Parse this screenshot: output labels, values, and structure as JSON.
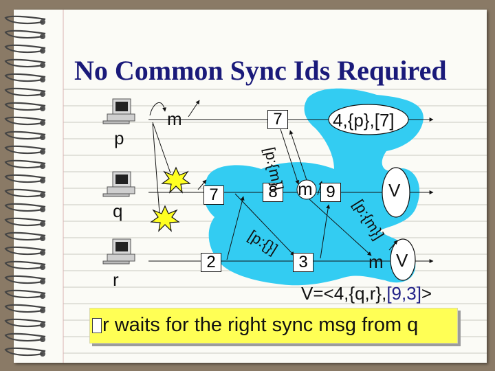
{
  "title": "No Common Sync Ids Required",
  "processes": [
    "p",
    "q",
    "r"
  ],
  "messages": {
    "m": "m",
    "m_q": "m",
    "m_r": "m"
  },
  "boxes": {
    "p_7": "7",
    "q_7": "7",
    "q_8": "8",
    "q_9": "9",
    "r_2": "2",
    "r_3": "3"
  },
  "views": {
    "p_view": "4,{p},[7]",
    "q_V": "V",
    "r_V": "V"
  },
  "sync_labels": {
    "pm": "[p:{m}]",
    "pm2": "[p:{m}]",
    "p_empty": "[p:{}]"
  },
  "v_def": {
    "prefix": "V=<4,{q,r},",
    "ids": "[9,3]",
    "suffix": ">"
  },
  "note": {
    "icon": "bullet-box-icon",
    "text": "r waits for the right sync msg from q"
  },
  "colors": {
    "blob": "#33ccf2",
    "title": "#1a1a7a",
    "note_bg": "#ffff55",
    "background": "#8a7a66"
  },
  "icons": [
    "computer-icon",
    "explosion-icon",
    "spiral-binding-icon"
  ]
}
